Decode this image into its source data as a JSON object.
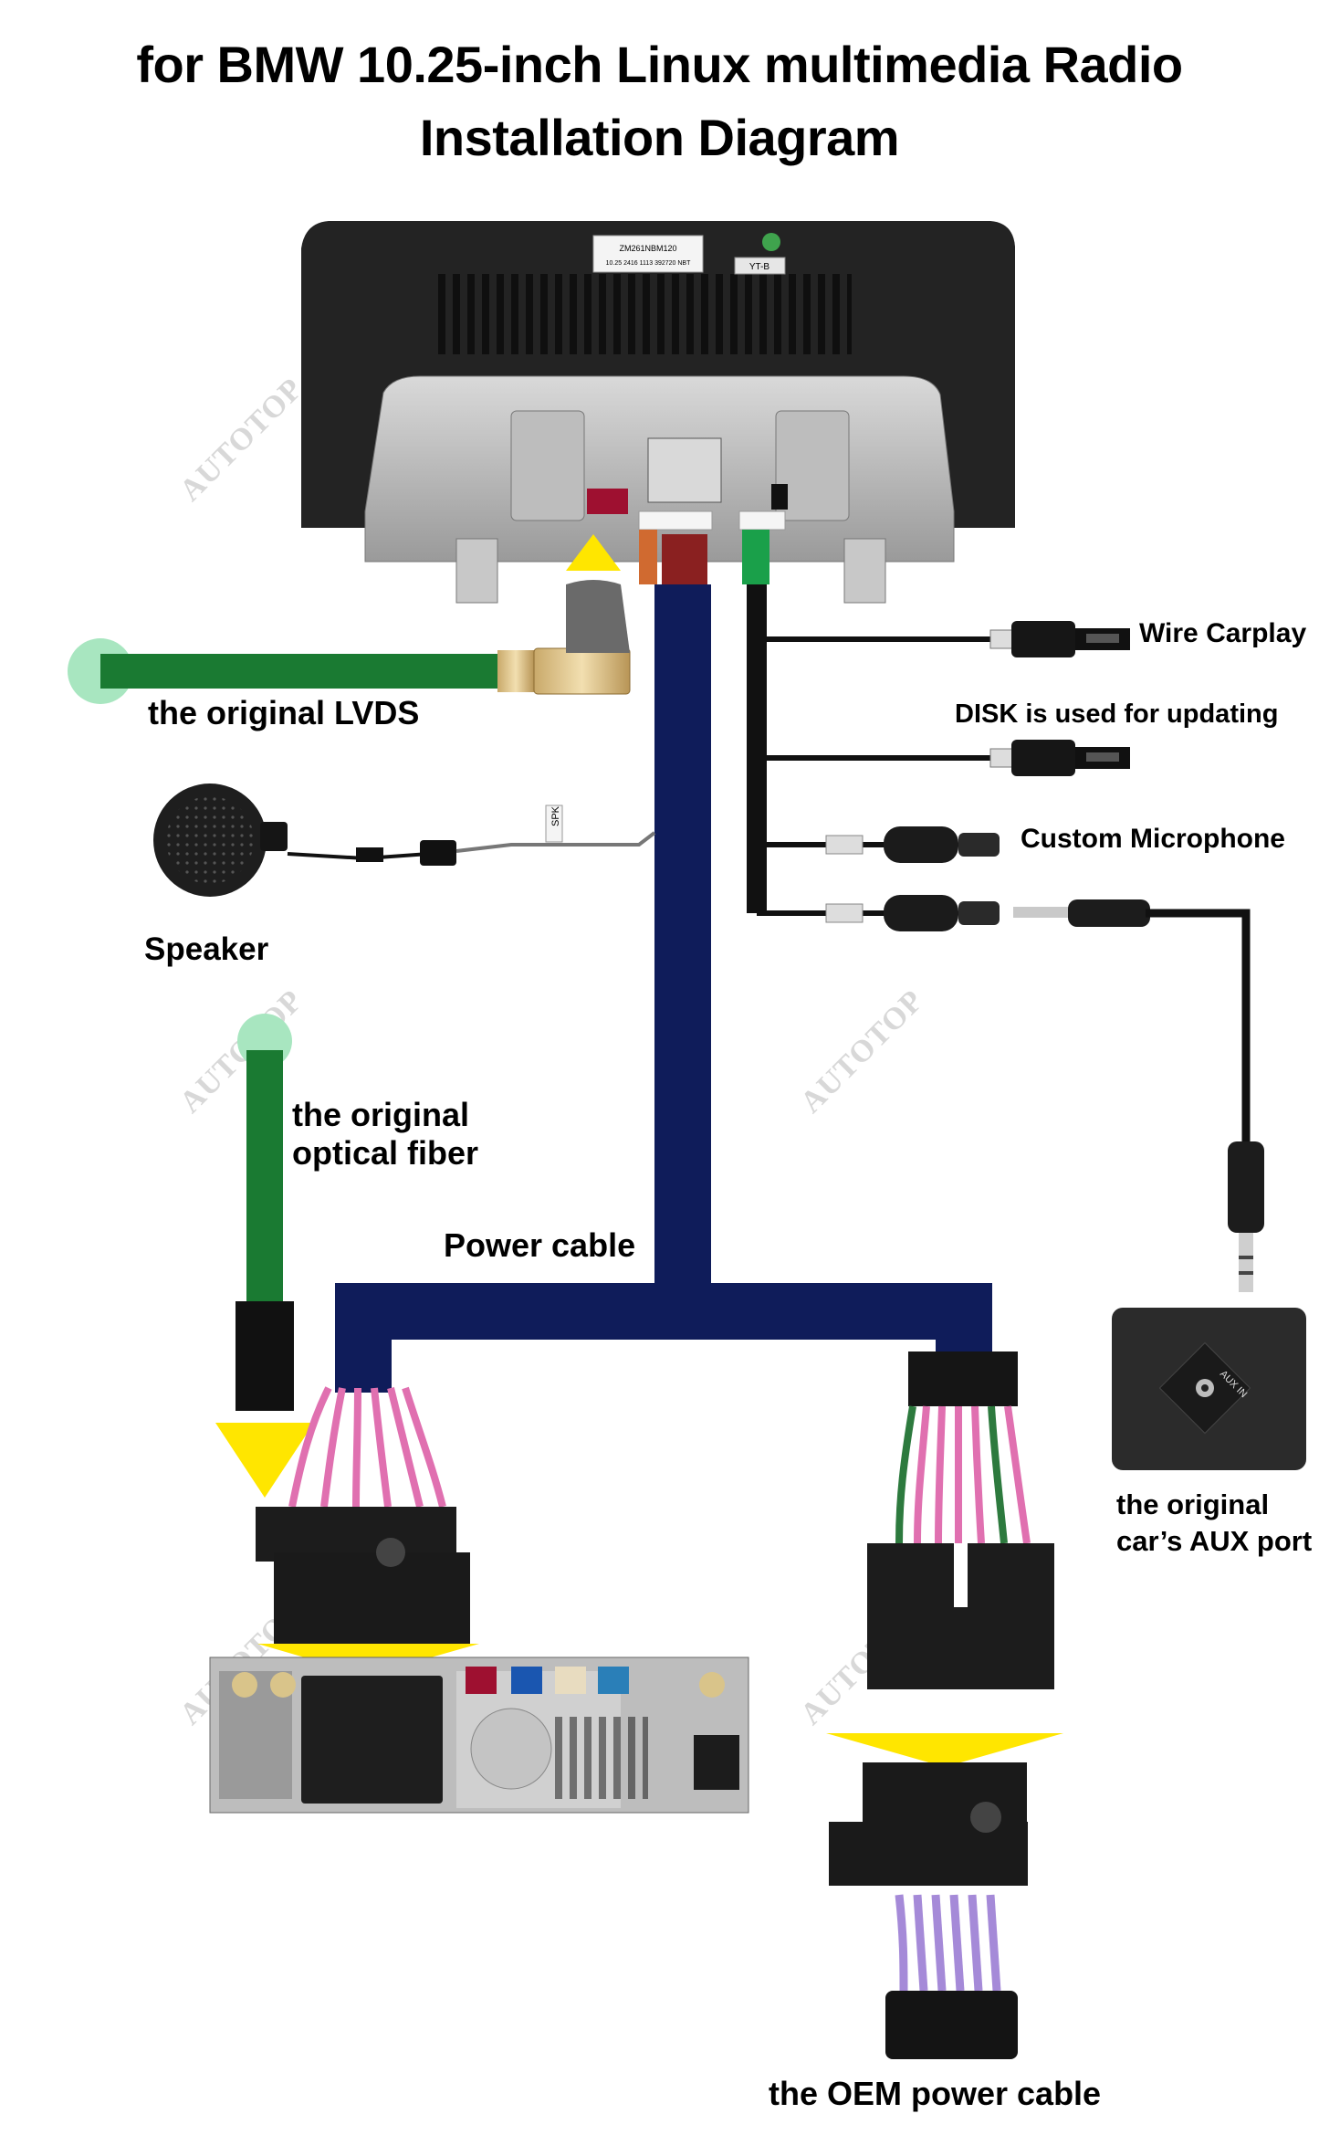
{
  "title": {
    "line1": "for BMW 10.25-inch Linux multimedia Radio",
    "line2": "Installation Diagram"
  },
  "watermark": "AUTOTOP",
  "head_unit": {
    "sticker_text": "ZM261NBM120",
    "sticker_sub": "10.25 2416 1113 392720 NBT",
    "badge": "YT-B"
  },
  "labels": {
    "wire_carplay": "Wire Carplay",
    "disk_updating": "DISK is used for updating",
    "custom_microphone": "Custom Microphone",
    "original_lvds": "the original LVDS",
    "speaker": "Speaker",
    "optical_fiber_line1": "the original",
    "optical_fiber_line2": "optical fiber",
    "power_cable": "Power cable",
    "aux_port_line1": "the original",
    "aux_port_line2": "car’s AUX port",
    "oem_power_cable": "the OEM power cable",
    "spk_tag": "SPK",
    "aux_in": "AUX IN"
  },
  "colors": {
    "harness": "#0f1c5a",
    "lvds_green": "#1a7a32",
    "node_green": "#a8e6c0",
    "arrow_yellow": "#ffe600",
    "pink_wire": "#e070b0",
    "purple_wire": "#a58ad8",
    "connector_black": "#1a1a1a"
  }
}
